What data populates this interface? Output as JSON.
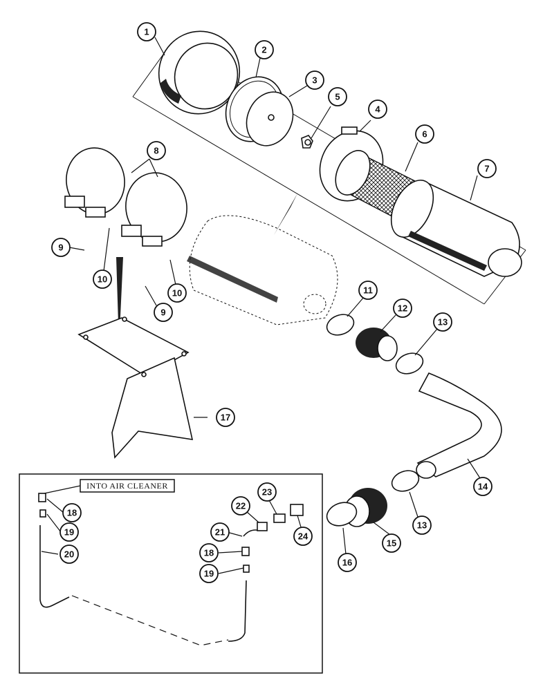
{
  "inset_label": "INTO AIR CLEANER",
  "callouts": [
    "1",
    "2",
    "3",
    "4",
    "5",
    "6",
    "7",
    "8",
    "9",
    "9",
    "10",
    "10",
    "11",
    "12",
    "13",
    "13",
    "14",
    "15",
    "16",
    "17",
    "18",
    "18",
    "19",
    "19",
    "20",
    "21",
    "22",
    "23",
    "24"
  ]
}
